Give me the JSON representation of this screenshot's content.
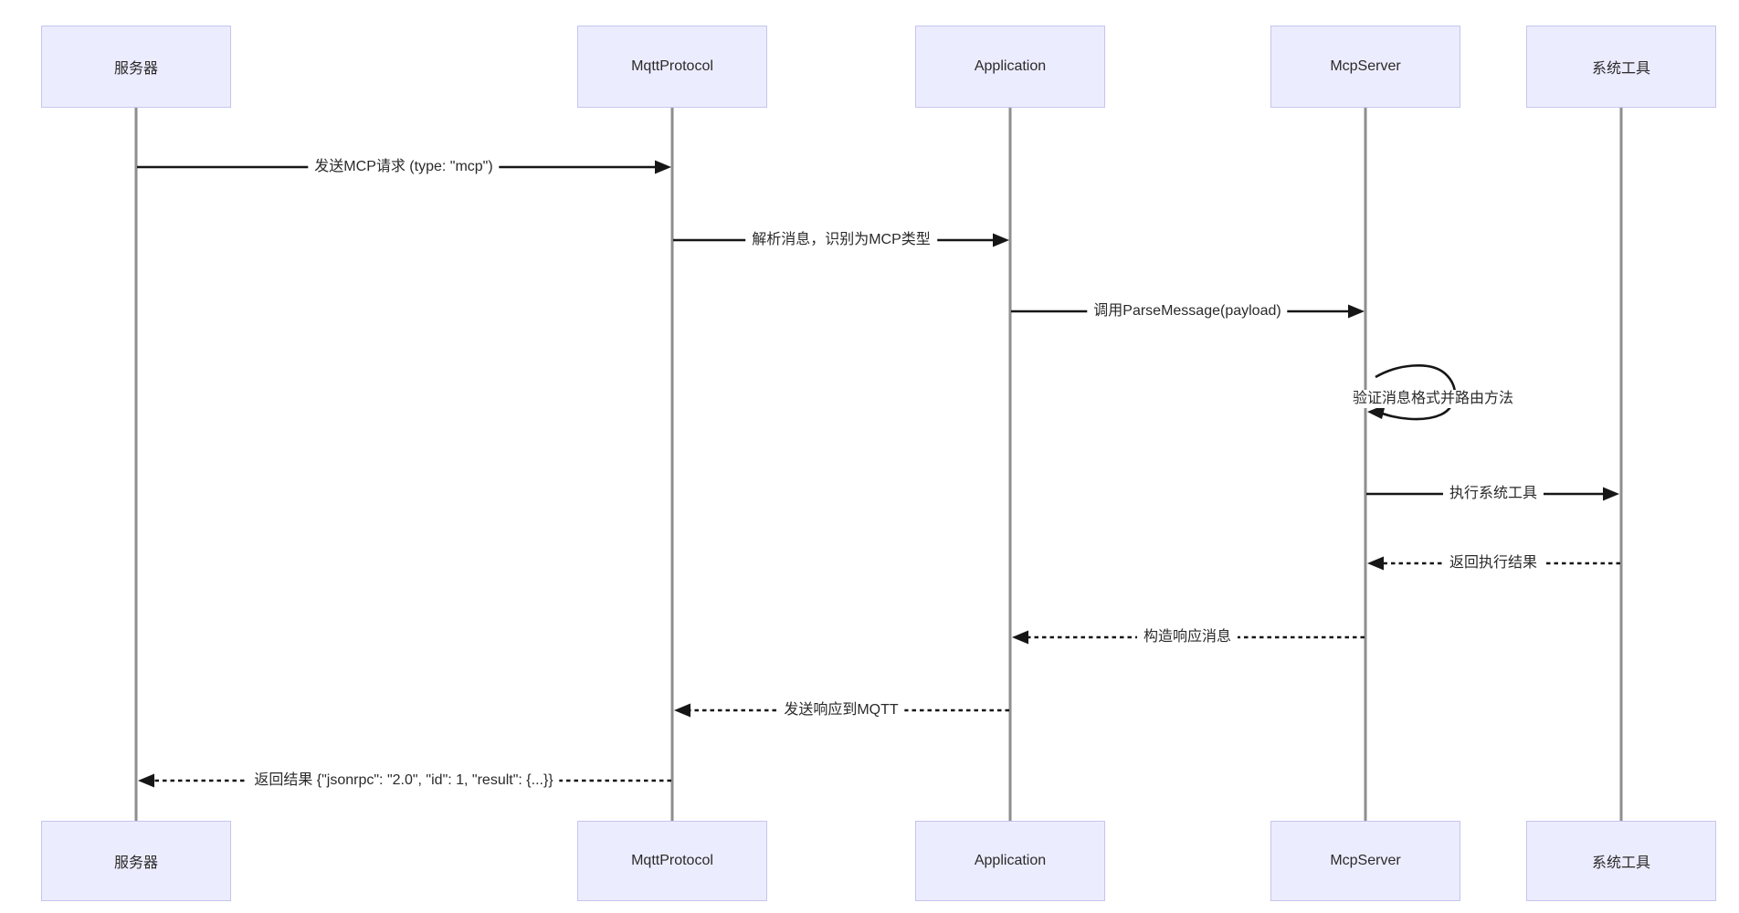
{
  "diagram": {
    "kind": "sequence-diagram",
    "background_color": "#ffffff",
    "actor_fill_color": "#ececff",
    "actor_border_color": "#c5c5ee",
    "lifeline_color": "#8e8e8e",
    "arrow_color": "#161616",
    "text_color": "#2a2a2a"
  },
  "actors": [
    {
      "name": "服务器"
    },
    {
      "name": "MqttProtocol"
    },
    {
      "name": "Application"
    },
    {
      "name": "McpServer"
    },
    {
      "name": "系统工具"
    }
  ],
  "messages": [
    {
      "from": "服务器",
      "to": "MqttProtocol",
      "style": "solid",
      "label": "发送MCP请求 (type: \"mcp\")"
    },
    {
      "from": "MqttProtocol",
      "to": "Application",
      "style": "solid",
      "label": "解析消息，识别为MCP类型"
    },
    {
      "from": "Application",
      "to": "McpServer",
      "style": "solid",
      "label": "调用ParseMessage(payload)"
    },
    {
      "from": "McpServer",
      "to": "McpServer",
      "style": "self-loop",
      "label": "验证消息格式并路由方法"
    },
    {
      "from": "McpServer",
      "to": "系统工具",
      "style": "solid",
      "label": "执行系统工具"
    },
    {
      "from": "系统工具",
      "to": "McpServer",
      "style": "dotted",
      "label": "返回执行结果"
    },
    {
      "from": "McpServer",
      "to": "Application",
      "style": "dotted",
      "label": "构造响应消息"
    },
    {
      "from": "Application",
      "to": "MqttProtocol",
      "style": "dotted",
      "label": "发送响应到MQTT"
    },
    {
      "from": "MqttProtocol",
      "to": "服务器",
      "style": "dotted",
      "label": "返回结果 {\"jsonrpc\": \"2.0\", \"id\": 1, \"result\": {...}}"
    }
  ]
}
